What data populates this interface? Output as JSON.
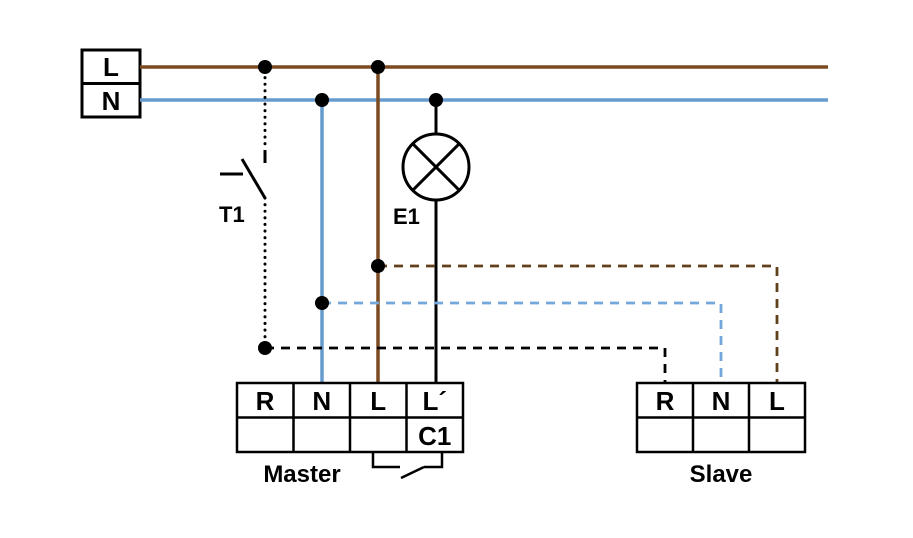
{
  "colors": {
    "background": "#ffffff",
    "wire_brown": "#7c4a21",
    "wire_blue": "#679bce",
    "wire_black": "#000000",
    "dashed_brown": "#63401c",
    "dashed_blue": "#74a7dc",
    "dashed_black": "#000000",
    "text": "#000000"
  },
  "supply": {
    "l_label": "L",
    "n_label": "N"
  },
  "components": {
    "pushbutton_label": "T1",
    "lamp_label": "E1"
  },
  "master": {
    "caption": "Master",
    "terminals": [
      "R",
      "N",
      "L",
      "L´"
    ],
    "aux_terminal": "C1"
  },
  "slave": {
    "caption": "Slave",
    "terminals": [
      "R",
      "N",
      "L"
    ]
  }
}
